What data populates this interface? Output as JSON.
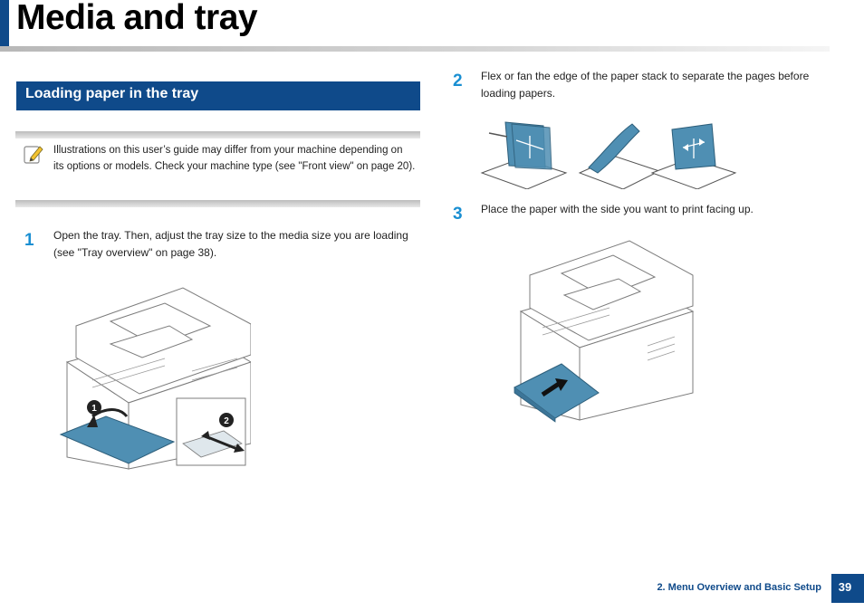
{
  "header": {
    "title": "Media and tray"
  },
  "section": {
    "title": "Loading paper in the tray"
  },
  "note": {
    "icon": "note-pencil-icon",
    "text": "Illustrations on this user’s guide may differ from your machine depending on its options or models. Check your machine type (see \"Front view\" on page 20)."
  },
  "steps": [
    {
      "number": "1",
      "text": "Open the tray. Then, adjust the tray size to the media size you are loading (see \"Tray overview\" on page 38)."
    },
    {
      "number": "2",
      "text": "Flex or fan the edge of the paper stack to separate the pages before loading papers."
    },
    {
      "number": "3",
      "text": "Place the paper with the side you want to print facing up."
    }
  ],
  "callouts": {
    "one": "1",
    "two": "2"
  },
  "footer": {
    "chapter": "2. Menu Overview and Basic Setup",
    "page": "39"
  },
  "colors": {
    "accent": "#0f4a8a",
    "step_number": "#1a8fd2",
    "paper_blue": "#4f8fb3"
  }
}
